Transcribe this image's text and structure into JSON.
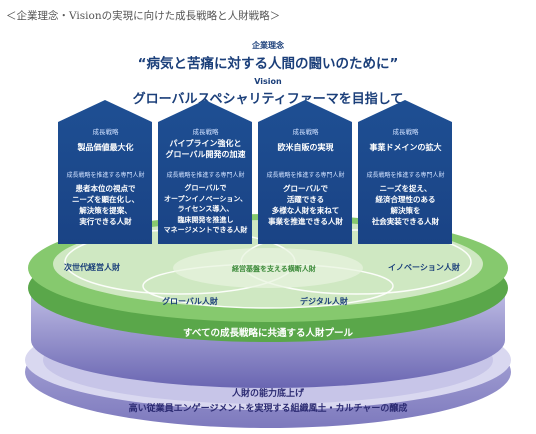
{
  "caption": "＜企業理念・Visionの実現に向けた成長戦略と人財戦略＞",
  "philosophy": {
    "label": "企業理念",
    "motto": "“病気と苦痛に対する人間の闘いのために”"
  },
  "vision": {
    "label": "Vision",
    "text": "グローバルスペシャリティファーマを目指して"
  },
  "pillars": [
    {
      "tag": "成長戦略",
      "title": "製品価値最大化",
      "tag2": "成長戦略を推進する専門人財",
      "body": [
        "患者本位の視点で",
        "ニーズを顕在化し、",
        "解決策を提案、",
        "実行できる人財"
      ]
    },
    {
      "tag": "成長戦略",
      "title": "パイプライン強化と\nグローバル開発の加速",
      "tag2": "成長戦略を推進する専門人財",
      "body": [
        "グローバルで",
        "オープンイノベーション、",
        "ライセンス導入、",
        "臨床開発を推進し",
        "マネージメントできる人財"
      ]
    },
    {
      "tag": "成長戦略",
      "title": "欧米自販の実現",
      "tag2": "成長戦略を推進する専門人財",
      "body": [
        "グローバルで",
        "活躍できる",
        "多様な人財を束ねて",
        "事業を推進できる人財"
      ]
    },
    {
      "tag": "成長戦略",
      "title": "事業ドメインの拡大",
      "tag2": "成長戦略を推進する専門人財",
      "body": [
        "ニーズを捉え、",
        "経済合理性のある",
        "解決策を",
        "社会実装できる人財"
      ]
    }
  ],
  "circles": {
    "center": "経営基盤を支える横断人財",
    "left": "次世代経営人財",
    "right": "イノベーション人財",
    "bottom_left": "グローバル人財",
    "bottom_right": "デジタル人財"
  },
  "pool_band": "すべての成長戦略に共通する人財プール",
  "base_label": "人財の能力底上げ",
  "base_band": "高い従業員エンゲージメントを実現する組織風土・カルチャーの醸成",
  "colors": {
    "navy": "#1b3f7a",
    "pillar": "#1e4f93",
    "green": "#7dc266",
    "light_green": "#cfe8c2",
    "lavender": "#a9a6d6",
    "purple": "#5c58a6"
  }
}
